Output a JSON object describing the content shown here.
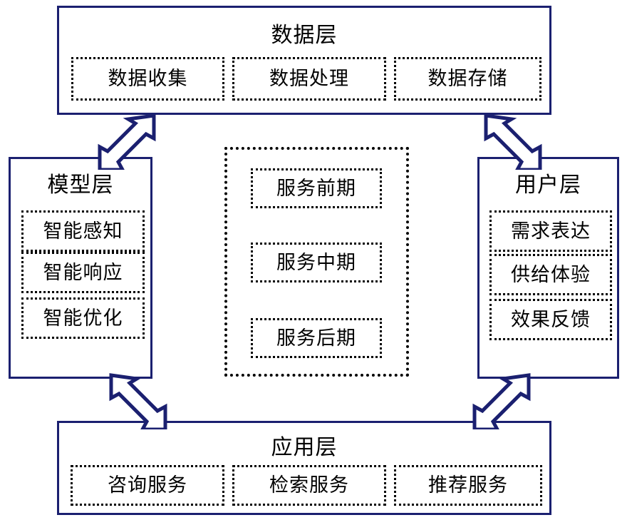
{
  "diagram": {
    "title": "smart-service-architecture",
    "accent_color": "#1b2070",
    "text_color": "#000000",
    "background_color": "#ffffff"
  },
  "layers": {
    "data": {
      "title": "数据层",
      "items": [
        "数据收集",
        "数据处理",
        "数据存储"
      ]
    },
    "model": {
      "title": "模型层",
      "items": [
        "智能感知",
        "智能响应",
        "智能优化"
      ]
    },
    "user": {
      "title": "用户层",
      "items": [
        "需求表达",
        "供给体验",
        "效果反馈"
      ]
    },
    "service": {
      "title": "",
      "items": [
        "服务前期",
        "服务中期",
        "服务后期"
      ]
    },
    "application": {
      "title": "应用层",
      "items": [
        "咨询服务",
        "检索服务",
        "推荐服务"
      ]
    }
  },
  "connectors": [
    {
      "name": "data-model",
      "from": "数据层",
      "to": "模型层",
      "direction": "bidirectional",
      "orientation": "ne-sw"
    },
    {
      "name": "data-user",
      "from": "数据层",
      "to": "用户层",
      "direction": "bidirectional",
      "orientation": "nw-se"
    },
    {
      "name": "model-application",
      "from": "模型层",
      "to": "应用层",
      "direction": "bidirectional",
      "orientation": "nw-se"
    },
    {
      "name": "user-application",
      "from": "用户层",
      "to": "应用层",
      "direction": "bidirectional",
      "orientation": "ne-sw"
    }
  ]
}
